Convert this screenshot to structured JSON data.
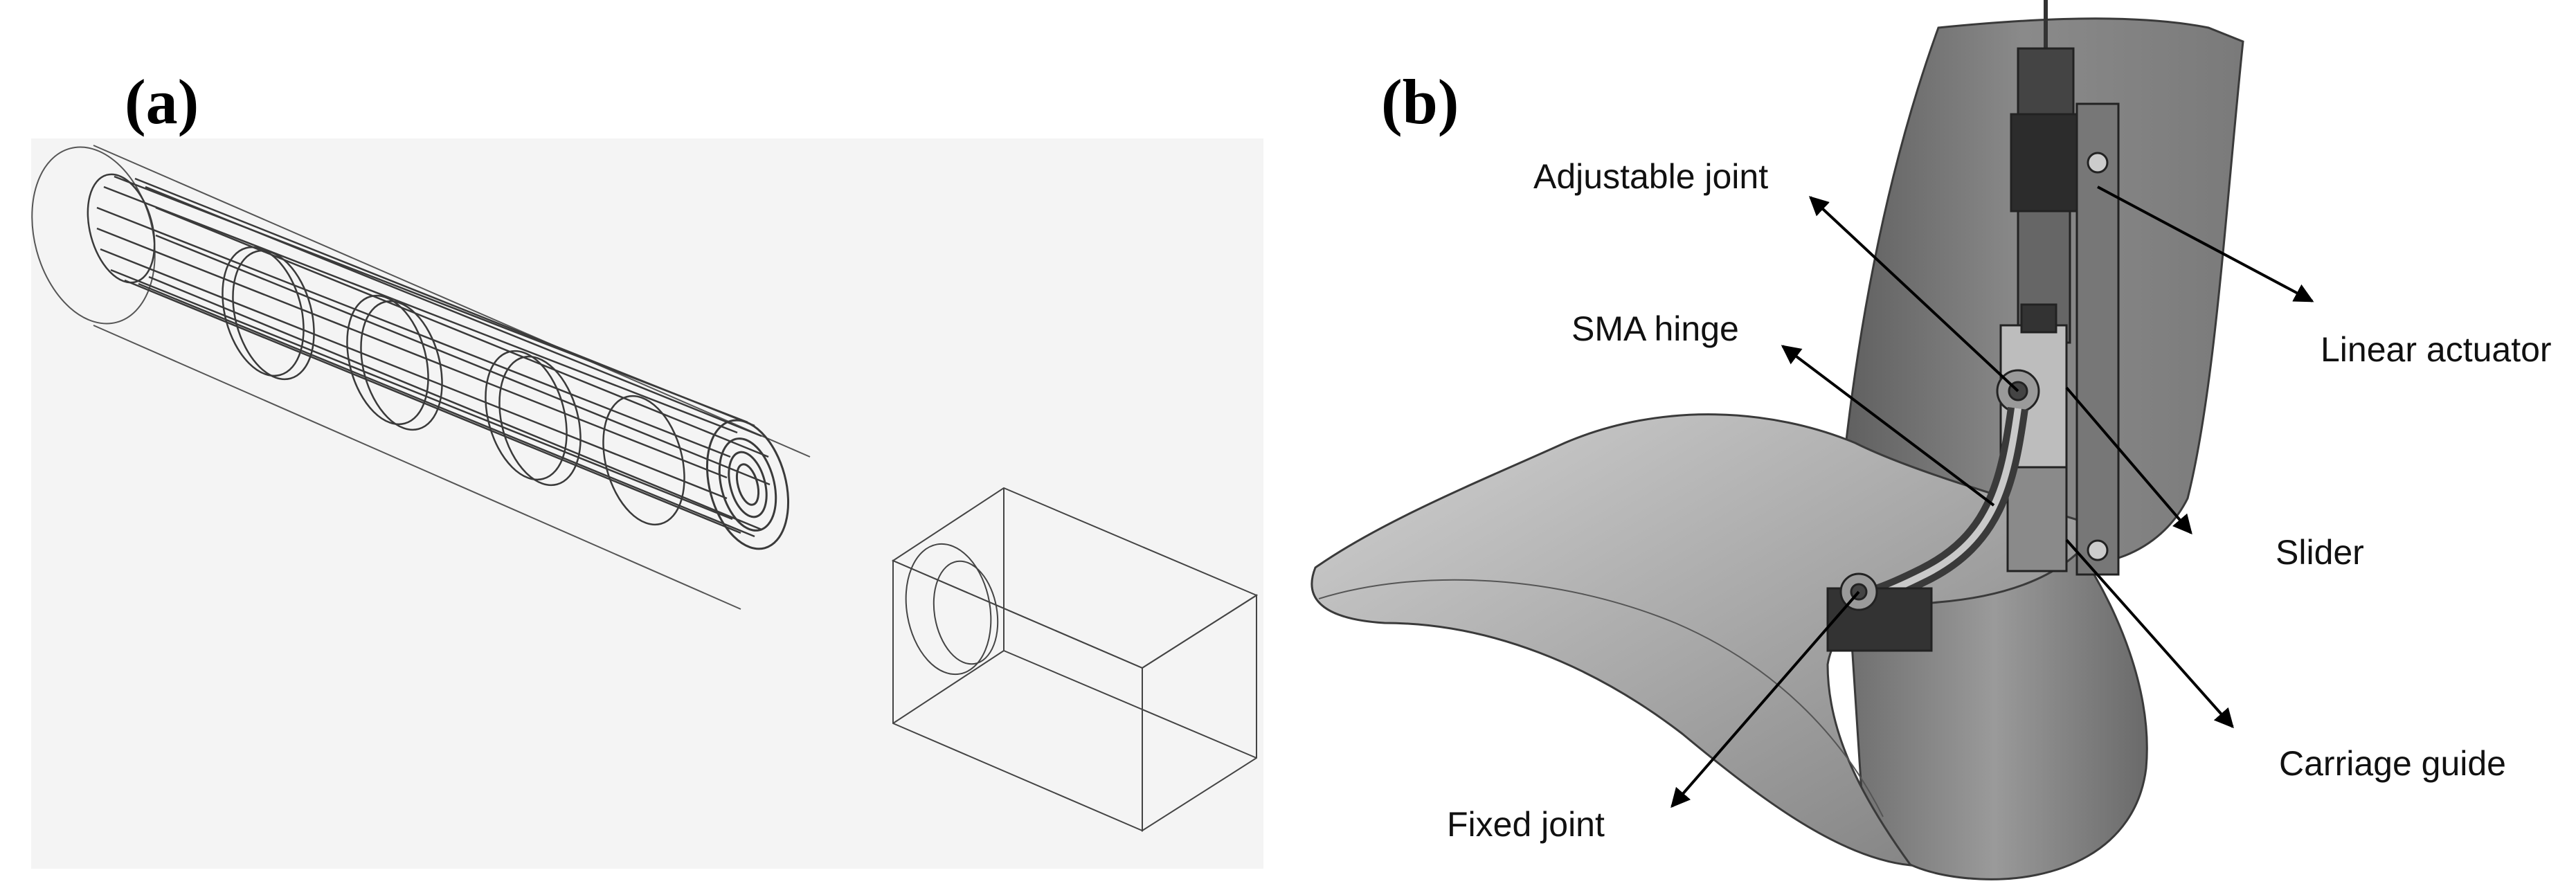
{
  "panels": {
    "a": {
      "label": "(a)"
    },
    "b": {
      "label": "(b)"
    }
  },
  "callouts": {
    "adjustable_joint": "Adjustable joint",
    "sma_hinge": "SMA hinge",
    "fixed_joint": "Fixed joint",
    "linear_actuator": "Linear actuator",
    "slider": "Slider",
    "carriage_guide": "Carriage guide"
  },
  "colors": {
    "wireframe": "#3a3a3a",
    "shell": "#8e8e8e",
    "shell_dark": "#5a5a5a",
    "background_a": "#f4f4f4"
  }
}
